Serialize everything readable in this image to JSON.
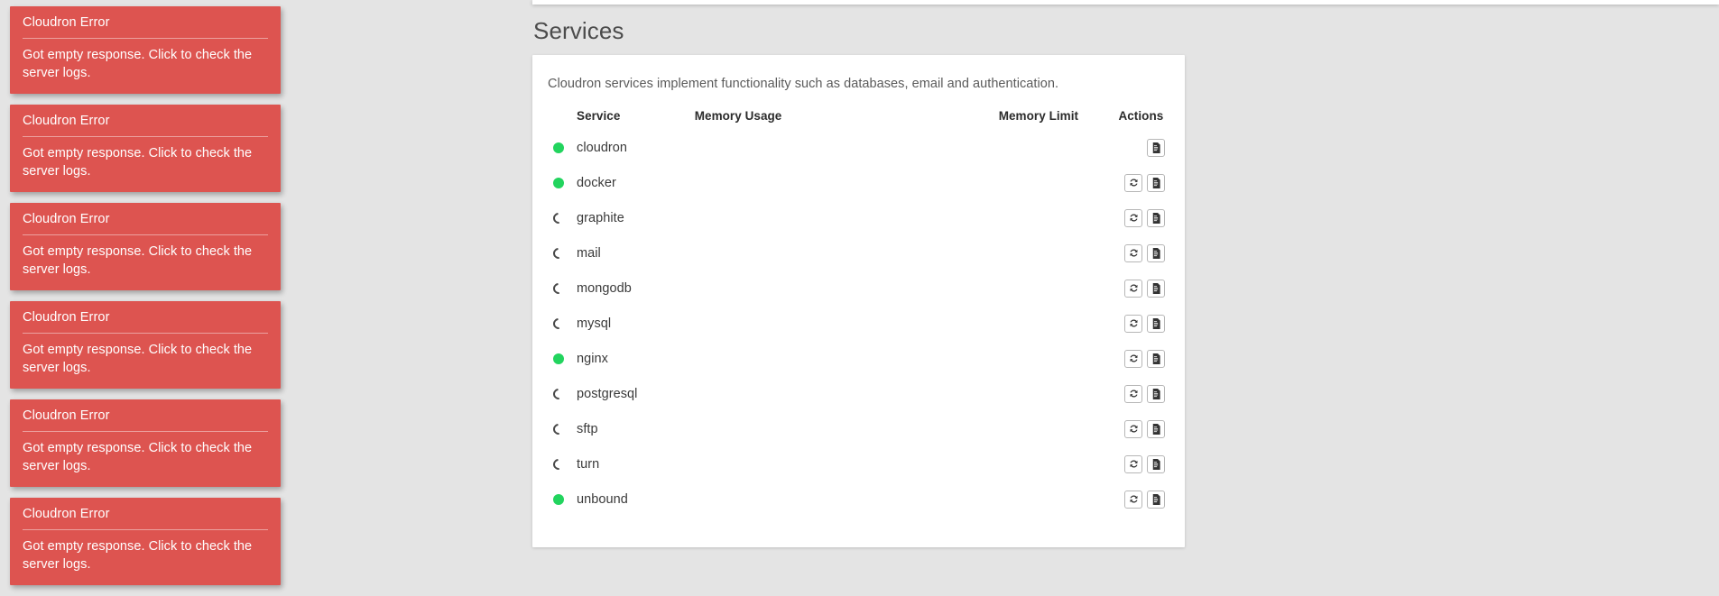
{
  "page": {
    "title": "Services",
    "background_color": "#e4e4e4"
  },
  "card": {
    "description": "Cloudron services implement functionality such as databases, email and authentication."
  },
  "table": {
    "columns": {
      "status": "",
      "service": "Service",
      "memory_usage": "Memory Usage",
      "memory_limit": "Memory Limit",
      "actions": "Actions"
    },
    "rows": [
      {
        "name": "cloudron",
        "status": "running",
        "memory_usage": "",
        "memory_limit": "",
        "actions": [
          "logs-icon"
        ]
      },
      {
        "name": "docker",
        "status": "running",
        "memory_usage": "",
        "memory_limit": "",
        "actions": [
          "restart-icon",
          "logs-icon"
        ]
      },
      {
        "name": "graphite",
        "status": "loading",
        "memory_usage": "",
        "memory_limit": "",
        "actions": [
          "restart-icon",
          "logs-icon"
        ]
      },
      {
        "name": "mail",
        "status": "loading",
        "memory_usage": "",
        "memory_limit": "",
        "actions": [
          "restart-icon",
          "logs-icon"
        ]
      },
      {
        "name": "mongodb",
        "status": "loading",
        "memory_usage": "",
        "memory_limit": "",
        "actions": [
          "restart-icon",
          "logs-icon"
        ]
      },
      {
        "name": "mysql",
        "status": "loading",
        "memory_usage": "",
        "memory_limit": "",
        "actions": [
          "restart-icon",
          "logs-icon"
        ]
      },
      {
        "name": "nginx",
        "status": "running",
        "memory_usage": "",
        "memory_limit": "",
        "actions": [
          "restart-icon",
          "logs-icon"
        ]
      },
      {
        "name": "postgresql",
        "status": "loading",
        "memory_usage": "",
        "memory_limit": "",
        "actions": [
          "restart-icon",
          "logs-icon"
        ]
      },
      {
        "name": "sftp",
        "status": "loading",
        "memory_usage": "",
        "memory_limit": "",
        "actions": [
          "restart-icon",
          "logs-icon"
        ]
      },
      {
        "name": "turn",
        "status": "loading",
        "memory_usage": "",
        "memory_limit": "",
        "actions": [
          "restart-icon",
          "logs-icon"
        ]
      },
      {
        "name": "unbound",
        "status": "running",
        "memory_usage": "",
        "memory_limit": "",
        "actions": [
          "restart-icon",
          "logs-icon"
        ]
      }
    ]
  },
  "toasts": {
    "count": 6,
    "background_color": "#dd5450",
    "items": [
      {
        "title": "Cloudron Error",
        "message": "Got empty response. Click to check the server logs."
      },
      {
        "title": "Cloudron Error",
        "message": "Got empty response. Click to check the server logs."
      },
      {
        "title": "Cloudron Error",
        "message": "Got empty response. Click to check the server logs."
      },
      {
        "title": "Cloudron Error",
        "message": "Got empty response. Click to check the server logs."
      },
      {
        "title": "Cloudron Error",
        "message": "Got empty response. Click to check the server logs."
      },
      {
        "title": "Cloudron Error",
        "message": "Got empty response. Click to check the server logs."
      }
    ]
  },
  "status_colors": {
    "running": "#22d45e",
    "loading": "#4a4a4a"
  }
}
